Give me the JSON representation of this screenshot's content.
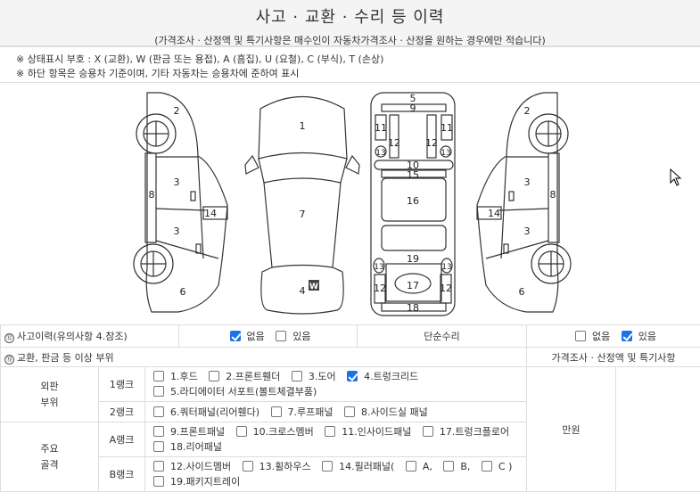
{
  "header": {
    "title": "사고 · 교환 · 수리 등 이력",
    "subtitle": "(가격조사 · 산정액 및 특기사항은 매수인이 자동차가격조사 · 산정을 원하는 경우에만 적습니다)"
  },
  "notes": [
    "※ 상태표시 부호 : X (교환), W (판금 또는 용접), A (흠집), U (요철), C (부식), T (손상)",
    "※ 하단 항목은 승용차 기준이며, 기타 자동차는 승용차에 준하여 표시"
  ],
  "diagram": {
    "left": [
      "2",
      "3",
      "3",
      "8",
      "14",
      "6"
    ],
    "top": [
      "1",
      "7",
      "4"
    ],
    "badge": "W",
    "under": [
      "5",
      "9",
      "11",
      "11",
      "12",
      "12",
      "13",
      "13",
      "10",
      "15",
      "16",
      "19",
      "13",
      "13",
      "12",
      "17",
      "12",
      "18"
    ],
    "right": [
      "2",
      "3",
      "3",
      "8",
      "14",
      "6"
    ]
  },
  "accident": {
    "num": "⑫",
    "label": "사고이력(유의사항 4.참조)",
    "none": "없음",
    "yes": "있음",
    "none_checked": true,
    "yes_checked": false,
    "simple_label": "단순수리",
    "simple_none": "없음",
    "simple_yes": "있음",
    "simple_none_checked": false,
    "simple_yes_checked": true
  },
  "parts": {
    "num": "⑬",
    "label": "교환, 판금 등 이상 부위",
    "price_label": "가격조사 · 산정액 및 특기사항",
    "price_unit": "만원"
  },
  "groups": [
    {
      "name": "외판\n부위",
      "ranks": [
        {
          "rank": "1랭크",
          "items": [
            {
              "label": "1.후드",
              "checked": false
            },
            {
              "label": "2.프론트휀더",
              "checked": false
            },
            {
              "label": "3.도어",
              "checked": false
            },
            {
              "label": "4.트렁크리드",
              "checked": true
            },
            {
              "label": "5.라디에이터 서포트(볼트체결부품)",
              "checked": false
            }
          ]
        },
        {
          "rank": "2랭크",
          "items": [
            {
              "label": "6.쿼터패널(리어휀다)",
              "checked": false
            },
            {
              "label": "7.루프패널",
              "checked": false
            },
            {
              "label": "8.사이드실 패널",
              "checked": false
            }
          ]
        }
      ]
    },
    {
      "name": "주요\n골격",
      "ranks": [
        {
          "rank": "A랭크",
          "items": [
            {
              "label": "9.프론트패널",
              "checked": false
            },
            {
              "label": "10.크로스멤버",
              "checked": false
            },
            {
              "label": "11.인사이드패널",
              "checked": false
            },
            {
              "label": "17.트렁크플로어",
              "checked": false
            },
            {
              "label": "18.리어패널",
              "checked": false
            }
          ]
        },
        {
          "rank": "B랭크",
          "items": [
            {
              "label": "12.사이드멤버",
              "checked": false
            },
            {
              "label": "13.휠하우스",
              "checked": false
            },
            {
              "label": "14.필러패널(",
              "checked": false
            },
            {
              "label": "A,",
              "checked": false
            },
            {
              "label": "B,",
              "checked": false
            },
            {
              "label": "C )",
              "checked": false
            },
            {
              "label": "19.패키지트레이",
              "checked": false
            }
          ]
        }
      ]
    }
  ]
}
